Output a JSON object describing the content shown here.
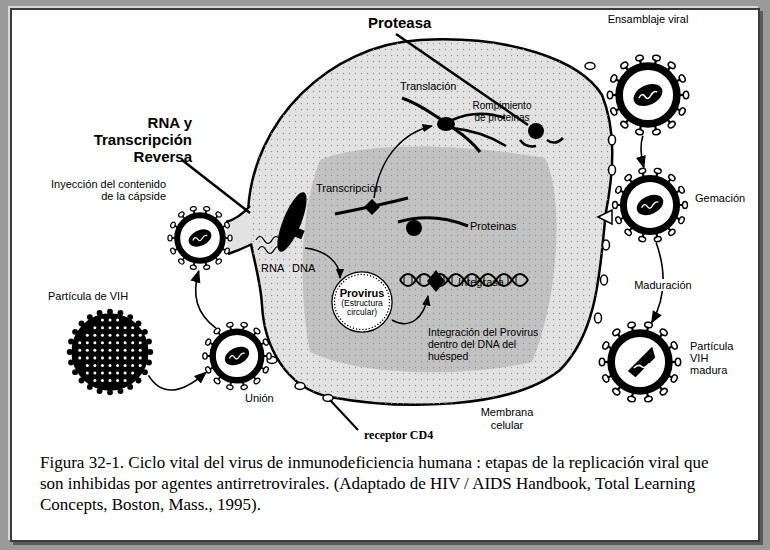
{
  "diagram": {
    "caption": "Figura 32-1. Ciclo vital del virus de inmunodeficiencia humana : etapas de la replicación viral que son inhibidas por agentes antirretrovirales. (Adaptado de HIV / AIDS Handbook, Total Learning Concepts, Boston, Mass., 1995).",
    "nodes": [
      {
        "text": [
          "Ensamblaje viral"
        ]
      },
      {
        "text": [
          "Inyección del contenido de la cápside"
        ]
      },
      {
        "text": [
          "Gemación"
        ]
      },
      {
        "text": [
          "Provirus",
          "(Estructura circular)"
        ]
      },
      {
        "text": [
          "Partícula de VIH"
        ]
      },
      {
        "text": [
          "Unión"
        ]
      },
      {
        "text": [
          "Partícula VIH madura"
        ]
      }
    ],
    "edges": [
      {
        "from": 4,
        "to": 5,
        "arrow": "to"
      },
      {
        "from": 5,
        "to": 1,
        "arrow": "to"
      },
      {
        "from": 0,
        "to": 2,
        "arrow": "to"
      },
      {
        "from": 2,
        "to": 6,
        "label": "Maduración",
        "arrow": "to"
      }
    ],
    "labels": [
      "Proteasa",
      "Translación",
      "Rompimiento de proteinas",
      "RNA y Transcripción Reversa",
      "Transcripción",
      "Proteinas",
      "RNA",
      "DNA",
      "Integrasa",
      "Integración del Provirus dentro del DNA del huésped",
      "receptor CD4",
      "Membrana celular"
    ]
  }
}
